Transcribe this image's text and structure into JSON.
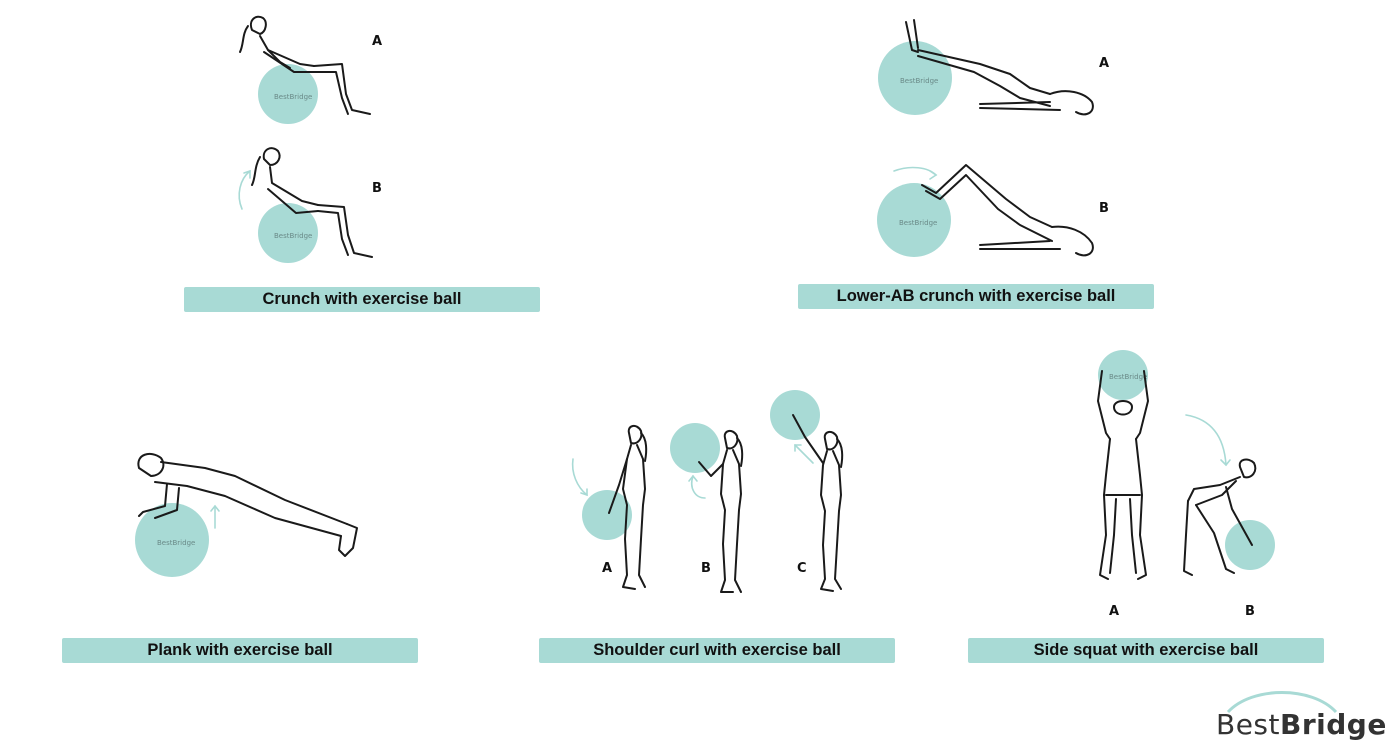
{
  "colors": {
    "ball": "#a8dad5",
    "caption_bg": "#a8dad5",
    "ink": "#1a1a1a",
    "brand_text": "#333333",
    "brand_arc": "#a8dad5"
  },
  "ball_mark": "BestBridge",
  "exercises": [
    {
      "caption": "Crunch with exercise ball",
      "steps": [
        "A",
        "B"
      ]
    },
    {
      "caption": "Lower-AB crunch with exercise ball",
      "steps": [
        "A",
        "B"
      ]
    },
    {
      "caption": "Plank with exercise ball",
      "steps": []
    },
    {
      "caption": "Shoulder curl with exercise ball",
      "steps": [
        "A",
        "B",
        "C"
      ]
    },
    {
      "caption": "Side squat with exercise ball",
      "steps": [
        "A",
        "B"
      ]
    }
  ],
  "brand": {
    "name_regular": "Best",
    "name_bold": "Bridge"
  }
}
